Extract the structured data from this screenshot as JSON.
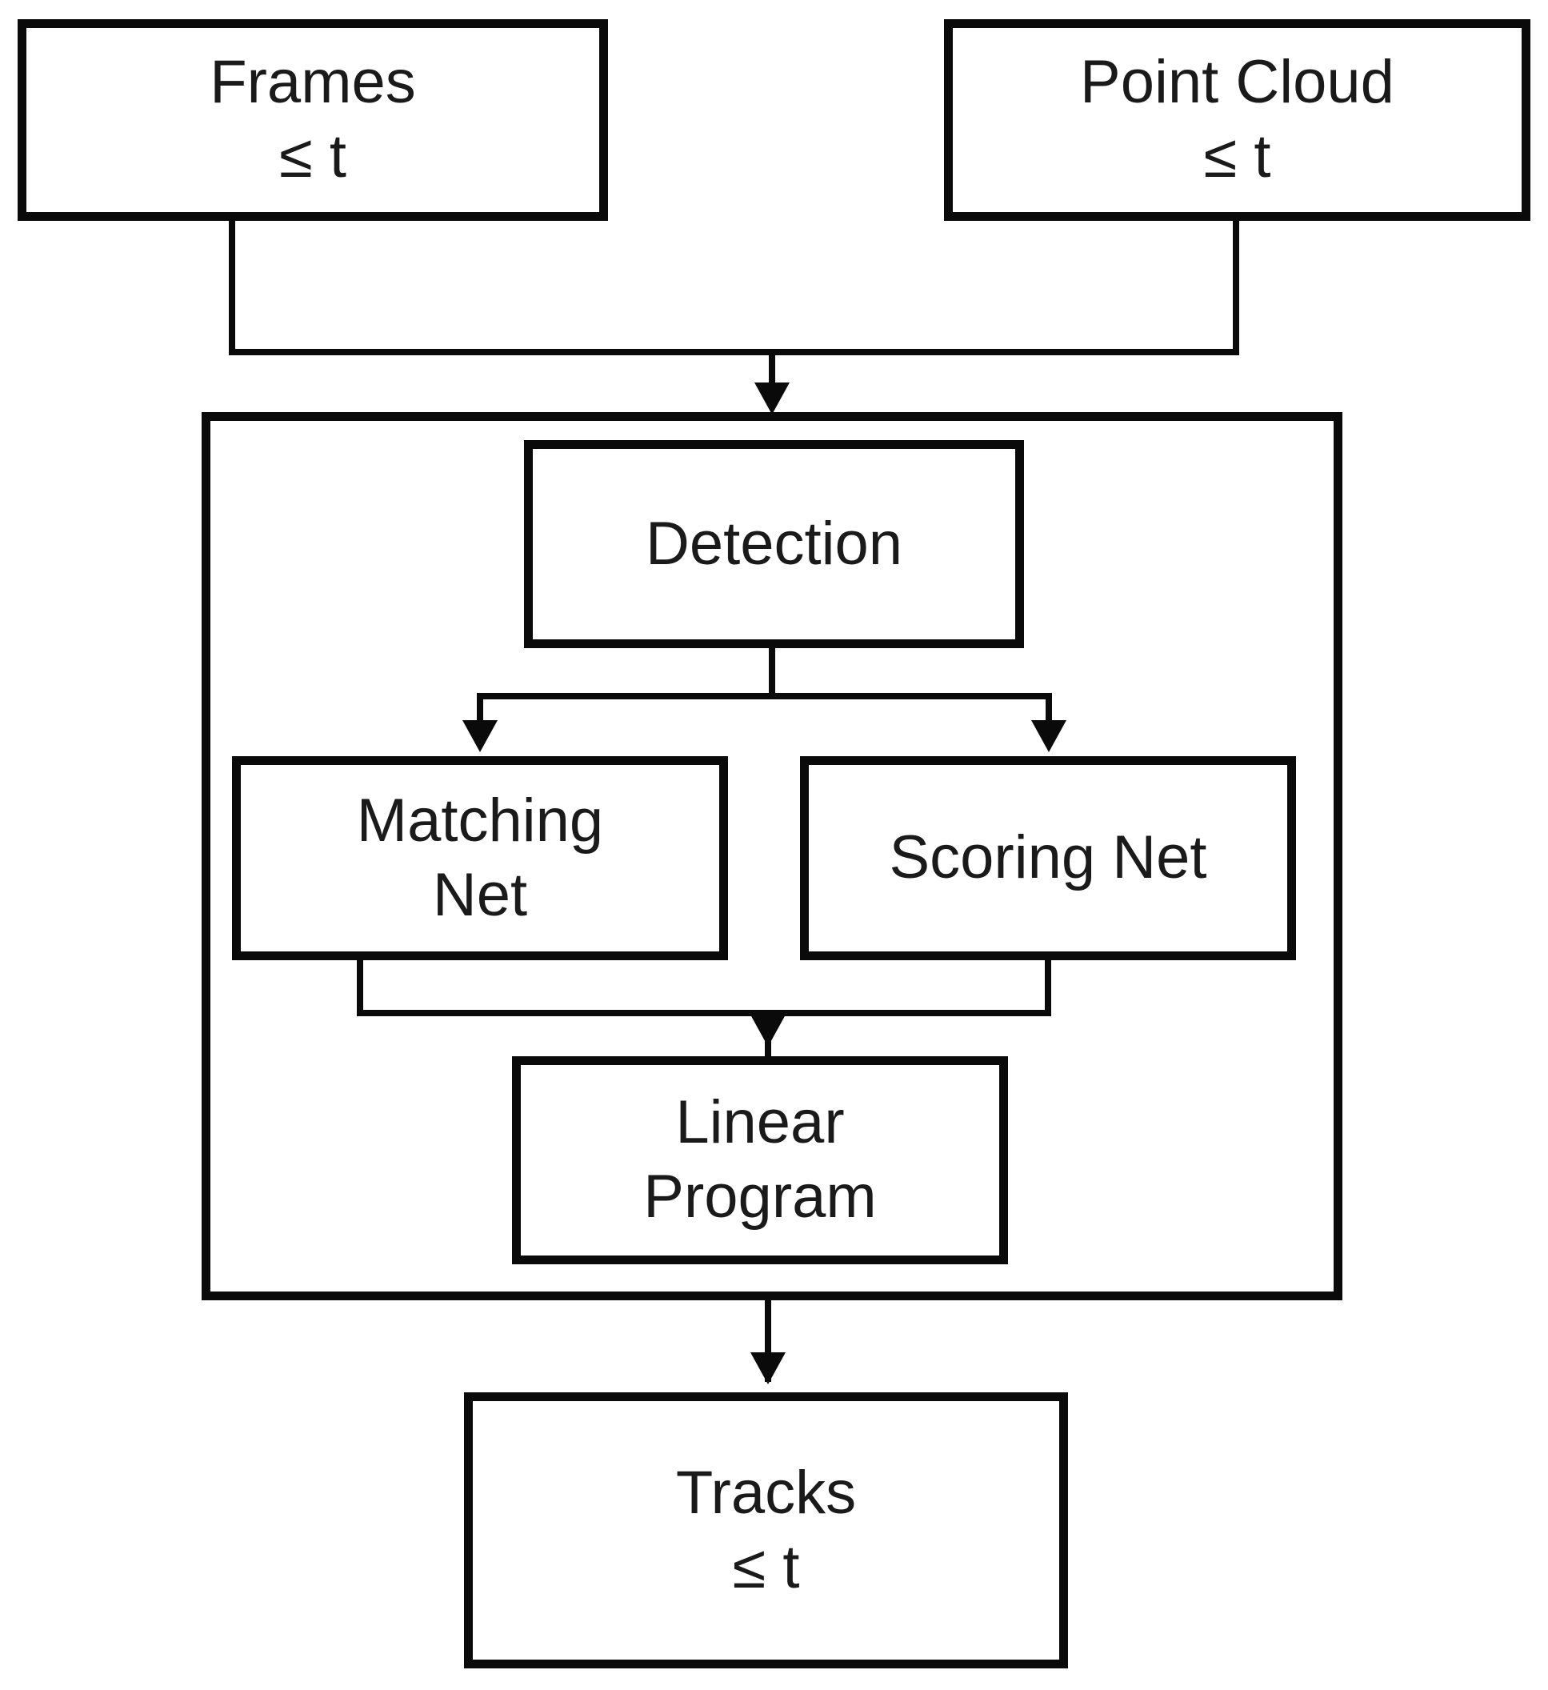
{
  "diagram": {
    "title": "Tracking pipeline flowchart",
    "colors": {
      "stroke": "#0a0a0a",
      "fill": "#ffffff",
      "text": "#1a1a1a"
    },
    "nodes": {
      "frames": {
        "line1": "Frames",
        "line2": "≤ t"
      },
      "point_cloud": {
        "line1": "Point Cloud",
        "line2": "≤ t"
      },
      "detection": {
        "line1": "Detection"
      },
      "matching_net": {
        "line1": "Matching",
        "line2": "Net"
      },
      "scoring_net": {
        "line1": "Scoring Net"
      },
      "linear_program": {
        "line1": "Linear",
        "line2": "Program"
      },
      "tracks": {
        "line1": "Tracks",
        "line2": "≤ t"
      }
    },
    "edges": [
      {
        "from": "frames",
        "to": "tracker",
        "style": "elbow-merge-arrow"
      },
      {
        "from": "point_cloud",
        "to": "tracker",
        "style": "elbow-merge-arrow"
      },
      {
        "from": "detection",
        "to": "matching_net",
        "style": "elbow-split-arrow"
      },
      {
        "from": "detection",
        "to": "scoring_net",
        "style": "elbow-split-arrow"
      },
      {
        "from": "matching_net",
        "to": "linear_program",
        "style": "elbow-merge-arrow"
      },
      {
        "from": "scoring_net",
        "to": "linear_program",
        "style": "elbow-merge-arrow"
      },
      {
        "from": "tracker",
        "to": "tracks",
        "style": "straight-arrow"
      }
    ],
    "group": {
      "name": "tracker-container",
      "label": ""
    }
  }
}
